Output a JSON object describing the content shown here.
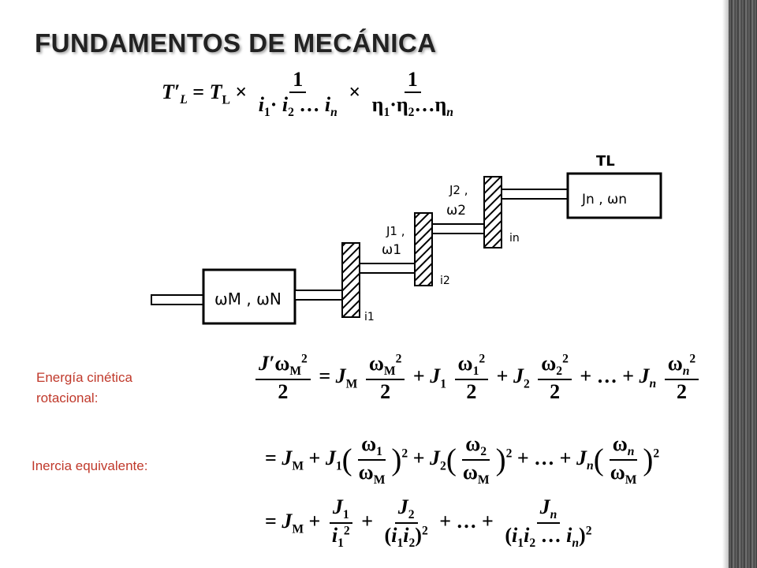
{
  "title": "FUNDAMENTOS DE MECÁNICA",
  "labels": {
    "kinetic": "Energía cinética rotacional:",
    "inertia": "Inercia equivalente:"
  },
  "formula_torque": {
    "lhs": "T′L",
    "rhs_prefix": "= TL ×",
    "frac1_num": "1",
    "frac1_den": "i1· i2 … in",
    "times": "×",
    "frac2_num": "1",
    "frac2_den": "η1·η2…ηn"
  },
  "diagram": {
    "motor_label": "ωM , ωN",
    "load_label": "Jn , ωn",
    "load_torque": "TL",
    "shaft1_label_j": "J1 ,",
    "shaft1_label_w": "ω1",
    "shaft2_label_j": "J2 ,",
    "shaft2_label_w": "ω2",
    "gear_i1": "i1",
    "gear_i2": "i2",
    "gear_in": "in"
  },
  "formula_energy": "J′ωM²/2 = JM ωM²/2 + J1 ω1²/2 + J2 ω2²/2 + … + Jn ωn²/2",
  "formula_inertia_1": "= JM + J1(ω1/ωM)² + J2(ω2/ωM)² + … + Jn(ωn/ωM)²",
  "formula_inertia_2": "= JM + J1/i1² + J2/(i1i2)² + … + Jn/(i1i2 … in)²"
}
